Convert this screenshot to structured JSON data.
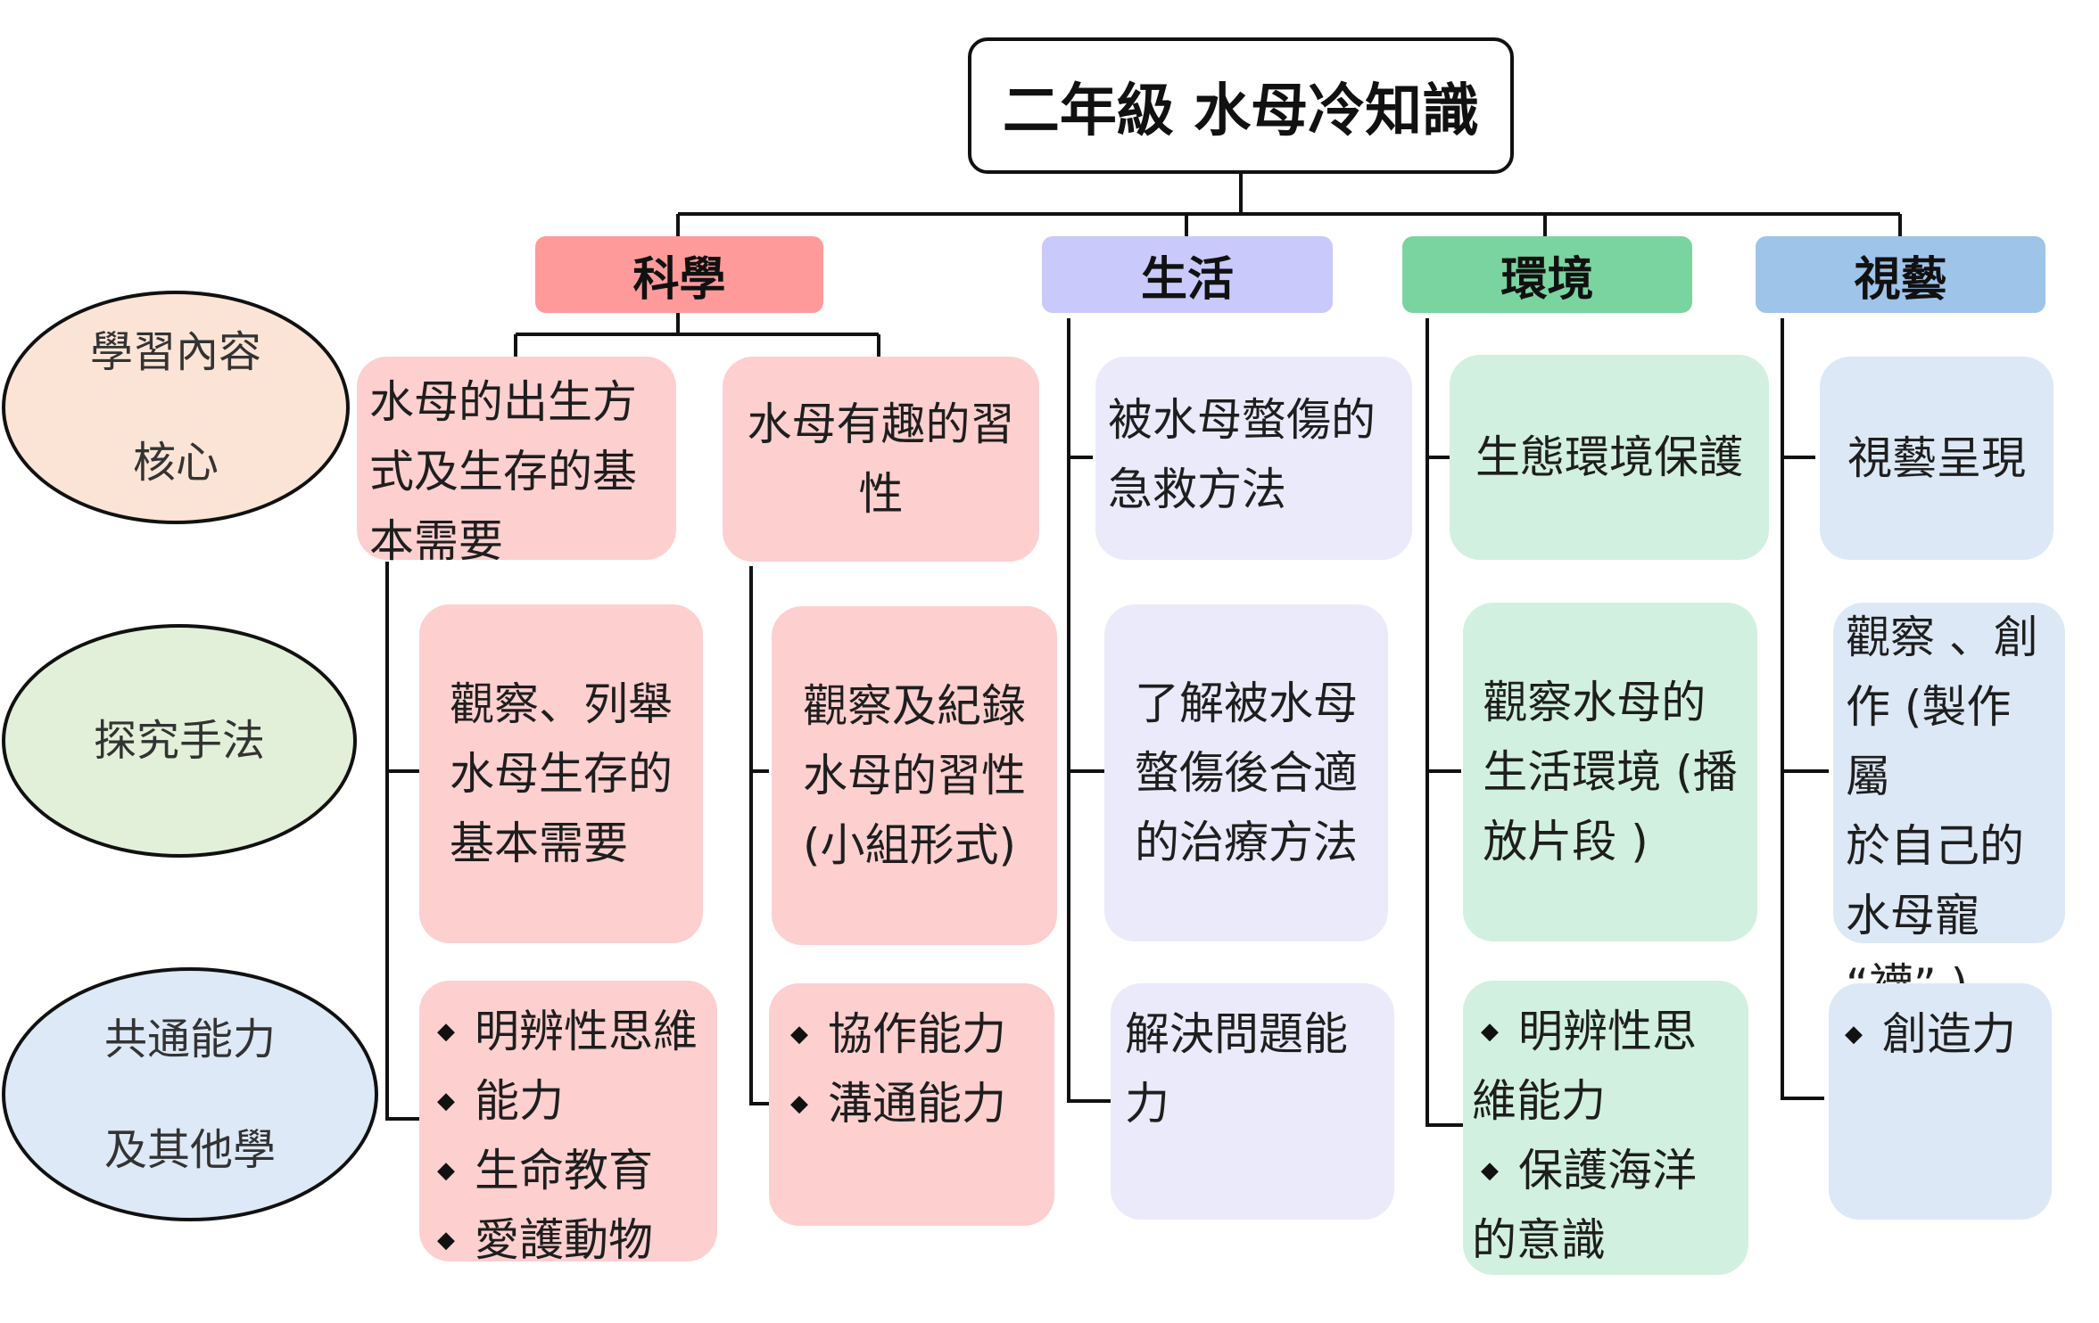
{
  "title": "二年級 水母冷知識",
  "categories": {
    "science": "科學",
    "life": "生活",
    "environment": "環境",
    "visual_arts": "視藝"
  },
  "colors": {
    "science_header": "#ff9a9a",
    "life_header": "#c9c9fb",
    "environment_header": "#7ad4a0",
    "visual_arts_header": "#9ec4ea",
    "pink_box": "#fdcfcf",
    "lavender_box": "#eaeafb",
    "mint_box": "#d2f0df",
    "sky_box": "#dde8f6",
    "ellipse_content": "#fbe4d6",
    "ellipse_inquiry": "#e2f0d9",
    "ellipse_skills": "#dde9f6"
  },
  "rows": {
    "content_core": [
      "學習內容",
      "核心"
    ],
    "inquiry": "探究手法",
    "skills": [
      "共通能力",
      "及其他學"
    ]
  },
  "science_a": {
    "content": [
      "水母的出生方",
      "式及生存的基",
      "本需要"
    ],
    "inquiry": [
      "觀察、列舉",
      "水母生存的",
      "基本需要"
    ],
    "skills": [
      "明辨性思維",
      "能力",
      "生命教育",
      "愛護動物"
    ]
  },
  "science_b": {
    "content": [
      "水母有趣的習",
      "性"
    ],
    "inquiry": [
      "觀察及紀錄",
      "水母的習性",
      "(小組形式)"
    ],
    "skills": [
      "協作能力",
      "溝通能力"
    ]
  },
  "life": {
    "content": [
      "被水母螫傷的",
      "急救方法"
    ],
    "inquiry": [
      "了解被水母",
      "螫傷後合適",
      "的治療方法"
    ],
    "skills": [
      "解決問題能",
      "力"
    ]
  },
  "environment": {
    "content": "生態環境保護",
    "inquiry": [
      "觀察水母的",
      "生活環境 (播",
      "放片段 )"
    ],
    "skills": [
      "明辨性思",
      "維能力",
      "保護海洋",
      "的意識"
    ]
  },
  "visual_arts": {
    "content": "視藝呈現",
    "inquiry": [
      "觀察 、創",
      "作 (製作屬",
      "於自己的",
      "水母寵",
      "“襪” )"
    ],
    "skills": "創造力"
  }
}
